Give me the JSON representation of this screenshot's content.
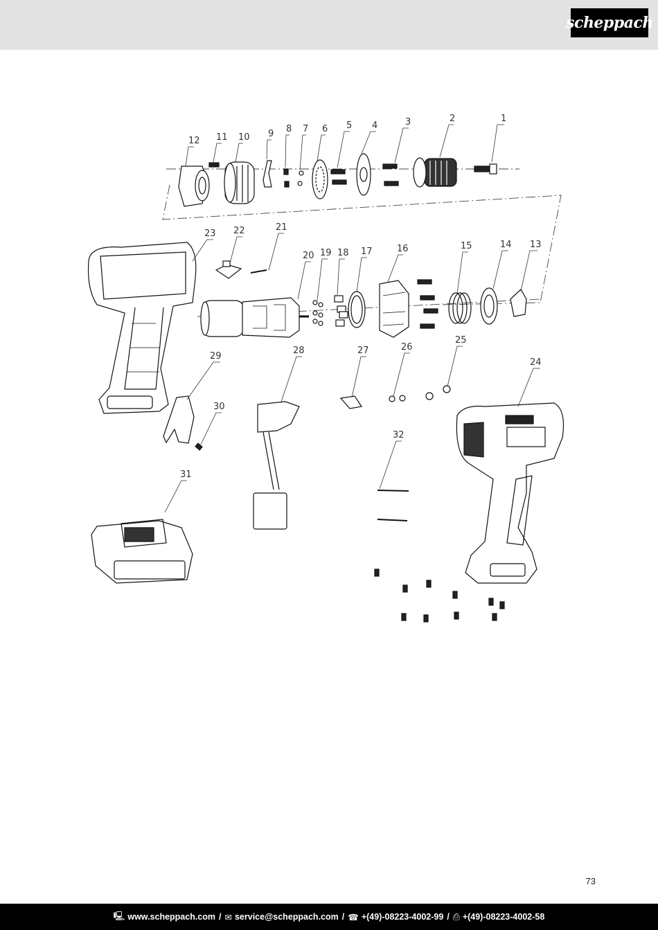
{
  "header": {
    "brand": "scheppach"
  },
  "diagram": {
    "callouts": [
      "1",
      "2",
      "3",
      "4",
      "5",
      "6",
      "7",
      "8",
      "9",
      "10",
      "11",
      "12",
      "13",
      "14",
      "15",
      "16",
      "17",
      "18",
      "19",
      "20",
      "21",
      "22",
      "23",
      "24",
      "25",
      "26",
      "27",
      "28",
      "29",
      "30",
      "31",
      "32"
    ]
  },
  "page_number": "73",
  "footer": {
    "web_icon": "computer-icon",
    "web": "www.scheppach.com",
    "email_icon": "envelope-icon",
    "email": "service@scheppach.com",
    "phone_icon": "telephone-icon",
    "phone": "+(49)-08223-4002-99",
    "fax_icon": "fax-icon",
    "fax": "+(49)-08223-4002-58",
    "separator": "/"
  }
}
